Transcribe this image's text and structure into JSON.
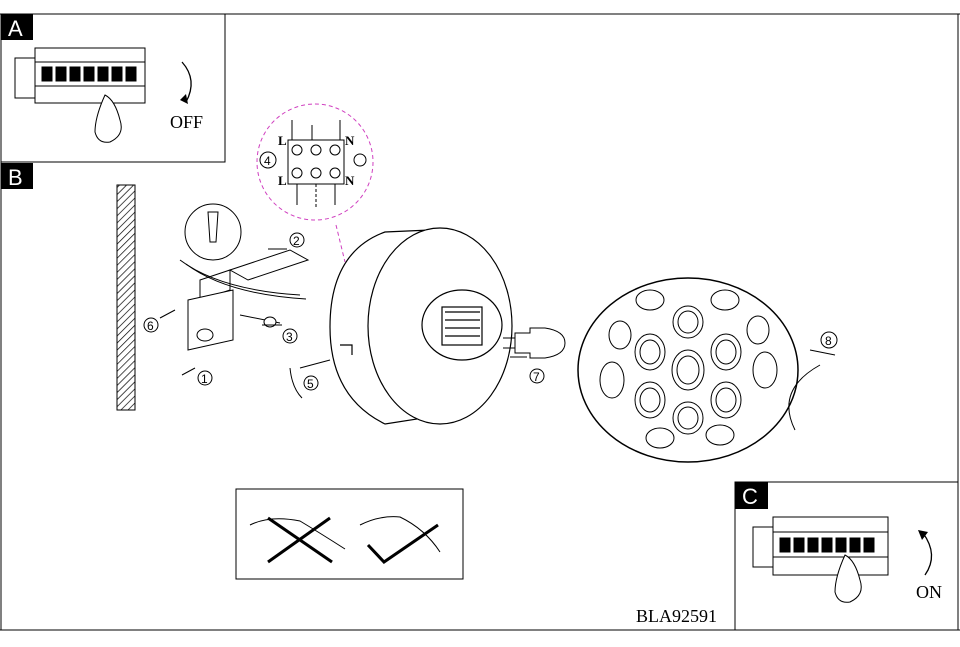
{
  "panels": {
    "a": {
      "tag": "A",
      "switch_label": "OFF"
    },
    "b": {
      "tag": "B"
    },
    "c": {
      "tag": "C",
      "switch_label": "ON"
    }
  },
  "steps": [
    "1",
    "2",
    "3",
    "4",
    "5",
    "6",
    "7",
    "8"
  ],
  "terminals": {
    "left_top": "L",
    "left_bottom": "L",
    "right_top": "N",
    "right_bottom": "N"
  },
  "model_code": "BLA92591"
}
